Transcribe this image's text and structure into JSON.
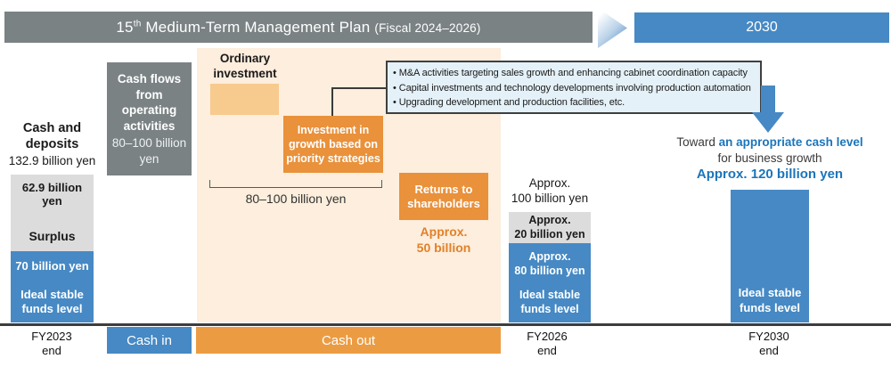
{
  "colors": {
    "blue_box": "#4689c4",
    "blue_text": "#1b75bb",
    "orange_box": "#e9913b",
    "orange_cash_out": "#eb9c42",
    "orange_text": "#e2812a",
    "light_orange_box": "#f7ca8e",
    "peach_panel": "#fdeedd",
    "gray_bar": "#7a8284",
    "light_gray_box": "#dcdcdc",
    "callout_bg": "#e4f1f8"
  },
  "header": {
    "plan_number": "15",
    "plan_number_suffix": "th",
    "plan_title": "Medium-Term Management Plan",
    "plan_fiscal": "(Fiscal 2024–2026)",
    "target_year": "2030"
  },
  "fy2023": {
    "title": "Cash and deposits",
    "total": "132.9 billion yen",
    "surplus_amount": "62.9 billion yen",
    "surplus_label": "Surplus",
    "stable_amount": "70 billion yen",
    "stable_label": "Ideal stable funds level"
  },
  "operating_cash": {
    "label": "Cash flows from operating activities",
    "amount": "80–100 billion yen"
  },
  "cash_out_detail": {
    "ordinary_label": "Ordinary investment",
    "growth_label": "Investment in growth based on priority strategies",
    "bracket_amount": "80–100 billion yen",
    "returns_label": "Returns to shareholders",
    "returns_amount_line1": "Approx.",
    "returns_amount_line2": "50 billion"
  },
  "callout": {
    "bullets": [
      "M&A activities targeting sales growth and enhancing cabinet coordination capacity",
      "Capital investments and technology developments involving production automation",
      "Upgrading development and production facilities, etc."
    ]
  },
  "fy2026": {
    "total_line1": "Approx.",
    "total_line2": "100 billion yen",
    "surplus_line1": "Approx.",
    "surplus_line2": "20 billion yen",
    "stable_line1": "Approx.",
    "stable_line2": "80 billion yen",
    "stable_label": "Ideal stable funds level"
  },
  "fy2030": {
    "toward_prefix": "Toward ",
    "toward_highlight": "an appropriate cash level",
    "toward_line2": "for business growth",
    "toward_amount": "Approx. 120 billion yen",
    "stable_label": "Ideal stable funds level"
  },
  "timeline": {
    "fy2023_year": "FY2023",
    "fy2023_end": "end",
    "cash_in": "Cash in",
    "cash_out": "Cash out",
    "fy2026_year": "FY2026",
    "fy2026_end": "end",
    "fy2030_year": "FY2030",
    "fy2030_end": "end"
  }
}
